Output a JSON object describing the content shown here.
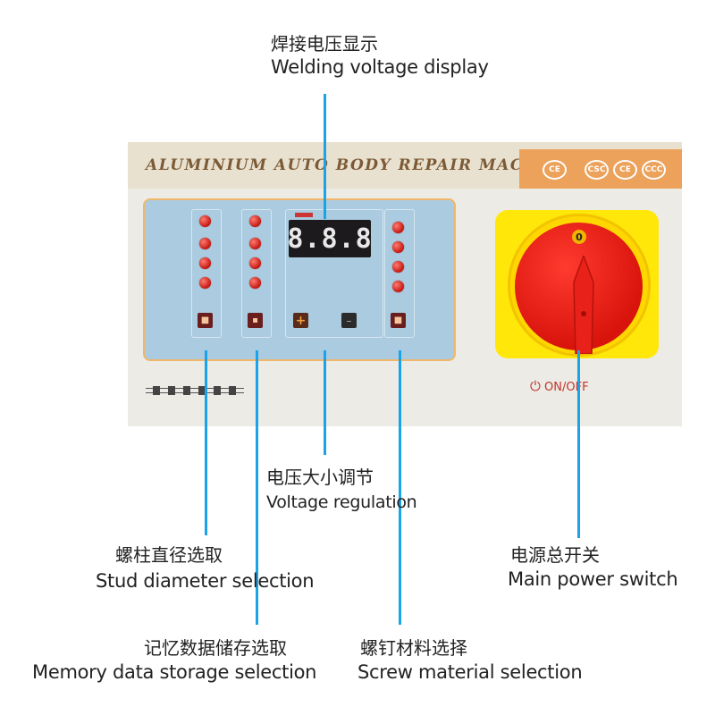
{
  "machine": {
    "title": "ALUMINIUM AUTO BODY REPAIR MACHINE",
    "display_value": "8.8.8",
    "power_label": "ON/OFF",
    "switch_zero": "0",
    "certifications": [
      "CE",
      "CSC",
      "CE",
      "CCC"
    ],
    "button_glyphs": [
      "■",
      "▪",
      "+",
      "–",
      "■"
    ],
    "accent_colors": {
      "leader": "#1aa3e8",
      "switch_yellow": "#ffe70a",
      "switch_red": "#d8140d",
      "led_red": "#c4170f"
    }
  },
  "callouts": {
    "display": {
      "zh": "焊接电压显示",
      "en": "Welding voltage display"
    },
    "voltage": {
      "zh": "电压大小调节",
      "en": "Voltage regulation"
    },
    "stud": {
      "zh": "螺柱直径选取",
      "en": "Stud diameter selection"
    },
    "power": {
      "zh": "电源总开关",
      "en": "Main power switch"
    },
    "memory": {
      "zh": "记忆数据储存选取",
      "en": "Memory data storage selection"
    },
    "screw": {
      "zh": "螺钉材料选择",
      "en": "Screw material selection"
    }
  }
}
